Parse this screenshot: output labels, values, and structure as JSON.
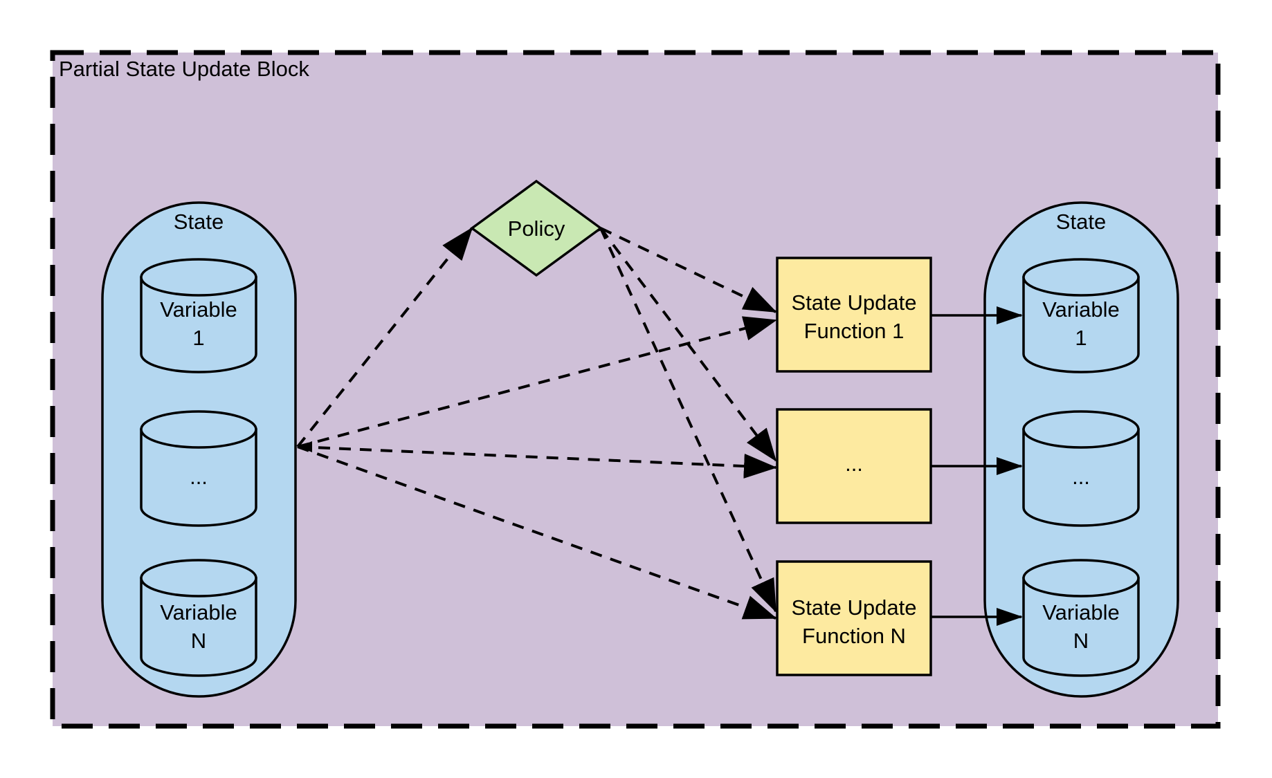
{
  "title": "Partial State Update Block",
  "left_state": {
    "label": "State",
    "variables": [
      [
        "Variable",
        "1"
      ],
      [
        "..."
      ],
      [
        "Variable",
        "N"
      ]
    ]
  },
  "policy": {
    "label": "Policy"
  },
  "update_functions": [
    [
      "State Update",
      "Function 1"
    ],
    [
      "..."
    ],
    [
      "State Update",
      "Function N"
    ]
  ],
  "right_state": {
    "label": "State",
    "variables": [
      [
        "Variable",
        "1"
      ],
      [
        "..."
      ],
      [
        "Variable",
        "N"
      ]
    ]
  },
  "colors": {
    "block_fill": "#cfc0d8",
    "state_fill": "#b4d7f0",
    "policy_fill": "#c9e8b3",
    "function_fill": "#fdeaa0",
    "stroke": "#000000"
  }
}
